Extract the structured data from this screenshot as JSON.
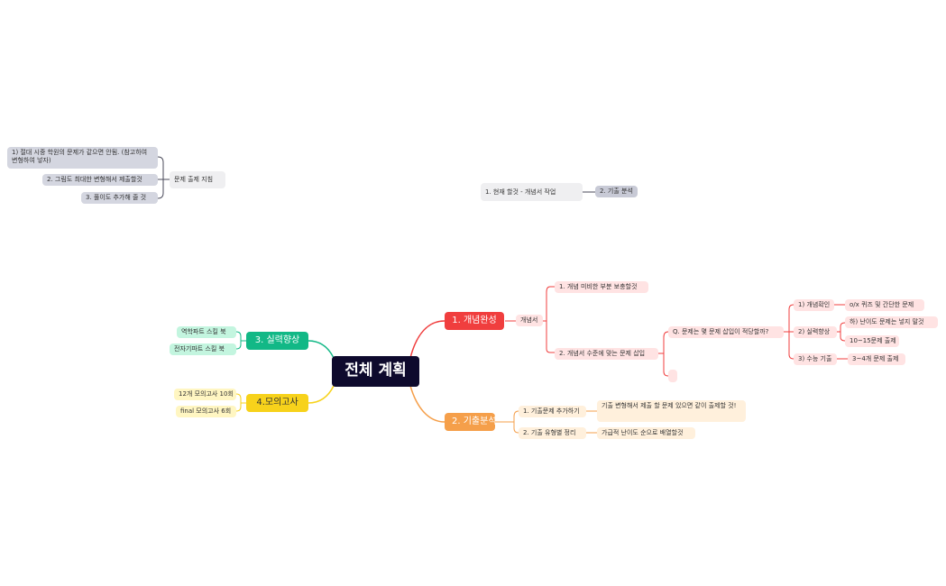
{
  "root": {
    "label": "전체 계획"
  },
  "branches": {
    "concept": {
      "label": "1. 개념완성",
      "child": "개념서",
      "items": [
        "1. 개념 미비한 부분 보충할것",
        "2. 개념서 수준에 맞는 문제 삽입"
      ],
      "question": "Q. 문제는 몇 문제 삽입이 적당할까?",
      "levels": [
        {
          "label": "1) 개념확인",
          "details": [
            "o/x 퀴즈 및 간단한 문제"
          ]
        },
        {
          "label": "2) 실력향상",
          "details": [
            "하) 난이도 문제는 넣지 말것",
            "10~15문제 출제"
          ]
        },
        {
          "label": "3) 수능 기출",
          "details": [
            "3~4개 문제 출제"
          ]
        }
      ]
    },
    "past": {
      "label": "2. 기출분석",
      "items": [
        {
          "label": "1. 기출문제 추가하기",
          "detail": "기출 변형해서 제출 할 문제 있으면 같이 출제할 것!"
        },
        {
          "label": "2. 기출 유형별 정리",
          "detail": "가급적 난이도 순으로 배열할것"
        }
      ]
    },
    "skill": {
      "label": "3. 실력향상",
      "items": [
        "역학파트 스킬 북",
        "전자기파트 스킬 북"
      ]
    },
    "mock": {
      "label": "4.모의고사",
      "items": [
        "12개 모의고사 10회",
        "final 모의고사 6회"
      ]
    }
  },
  "floating": {
    "guidelines": {
      "label": "문제 출제 지침",
      "items": [
        "1) 절대 시중 학원의 문제가 같으면 안됨. (참고하여 변형하여 넣자)",
        "2. 그림도 최대한 변형해서 제출할것",
        "3. 풀이도 추가해 줄 것"
      ]
    },
    "current": {
      "label": "1. 현재 할것 - 개념서 작업",
      "next": "2. 기출 분석"
    }
  },
  "colors": {
    "red": "#f03e3e",
    "orange": "#f59f4a",
    "green": "#12b886",
    "yellow": "#f7d21b",
    "root": "#0e0a2d",
    "gray": "#4a4a5a"
  }
}
